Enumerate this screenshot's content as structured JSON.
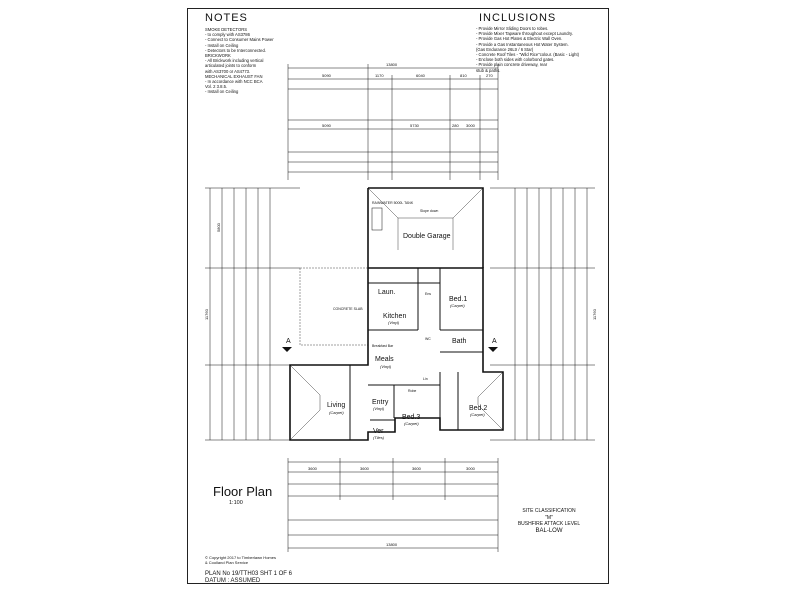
{
  "notes": {
    "title": "NOTES",
    "items": [
      "SMOKE DETECTORS",
      "- to comply with AS3786",
      "- Connect to Consumer Mains Power",
      "- Install on Ceiling",
      "- Detectors to be Interconnected.",
      "BRICKWORK",
      "- All Brickwork including vertical",
      "  articulated joints to conform",
      "  with AS3700 or AS4773.",
      "MECHANICAL EXHAUST FAN",
      "- In accordance with NCC BCA",
      "  Vol. 2 3.8.5.",
      "- Install on Ceiling"
    ]
  },
  "inclusions": {
    "title": "INCLUSIONS",
    "items": [
      "- Provide Mirror Sliding Doors to robes.",
      "- Provide Mixer Tapware throughout except Laundry.",
      "- Provide Gas Hot Plates & Electric Wall Oven.",
      "- Provide a Gas Instantaneous Hot Water System.",
      "  (Gas Endurance 26Ltr / 6 Star)",
      "- Concrete Roof Tiles - \"Wild Rice\"colour. (Basic - Light)",
      "      - Enclose both sides with colorbond gates.",
      "      - Provide plain concrete driveway, rear",
      "        stub & paths."
    ]
  },
  "rooms": {
    "garage": "Double Garage",
    "laundry": "Laun.",
    "kitchen": "Kitchen",
    "kitchen_floor": "(Vinyl)",
    "meals": "Meals",
    "meals_floor": "(Vinyl)",
    "living": "Living",
    "living_floor": "(Carpet)",
    "entry": "Entry",
    "entry_floor": "(Vinyl)",
    "bed1": "Bed.1",
    "bed1_floor": "(Carpet)",
    "bed2": "Bed.2",
    "bed2_floor": "(Carpet)",
    "bed3": "Bed.3",
    "bed3_floor": "(Carpet)",
    "bath": "Bath",
    "ver": "Ver",
    "ver_floor": "(Tiles)",
    "concrete_slab": "CONCRETE SLAB",
    "robe": "Robe",
    "lin": "Lin",
    "wc": "WC",
    "ens": "Ens",
    "breakfast_bar": "Breakfast Bar"
  },
  "dimensions": {
    "top_overall": "13800",
    "top_row_a": [
      "5090",
      "1170",
      "6040",
      "810",
      "270"
    ],
    "top_row_b": [
      "5090",
      "5730",
      "280",
      "3000"
    ],
    "bottom_overall": "13800",
    "bottom_row": [
      "3600",
      "3600",
      "3600",
      "3000"
    ],
    "left_overall": "11760",
    "right_overall": "11760",
    "garage_side": "5800"
  },
  "labels": {
    "rainwater": "RAINWATER 5000L TANK",
    "slope": "Slope down",
    "section_mark": "A"
  },
  "footer": {
    "plan_title": "Floor Plan",
    "scale": "1:100",
    "site_classification_label": "SITE CLASSIFICATION",
    "site_classification_value": "\"M\"",
    "bushfire_label": "BUSHFIRE ATTACK LEVEL",
    "bushfire_value": "BAL-LOW",
    "copyright": [
      "© Copyright 2017 to Timberlawn Homes",
      "& Coolland Plan Service"
    ],
    "plan_no": "PLAN No 19/TTH03  SHT 1 OF 6",
    "datum": "DATUM :  ASSUMED"
  }
}
